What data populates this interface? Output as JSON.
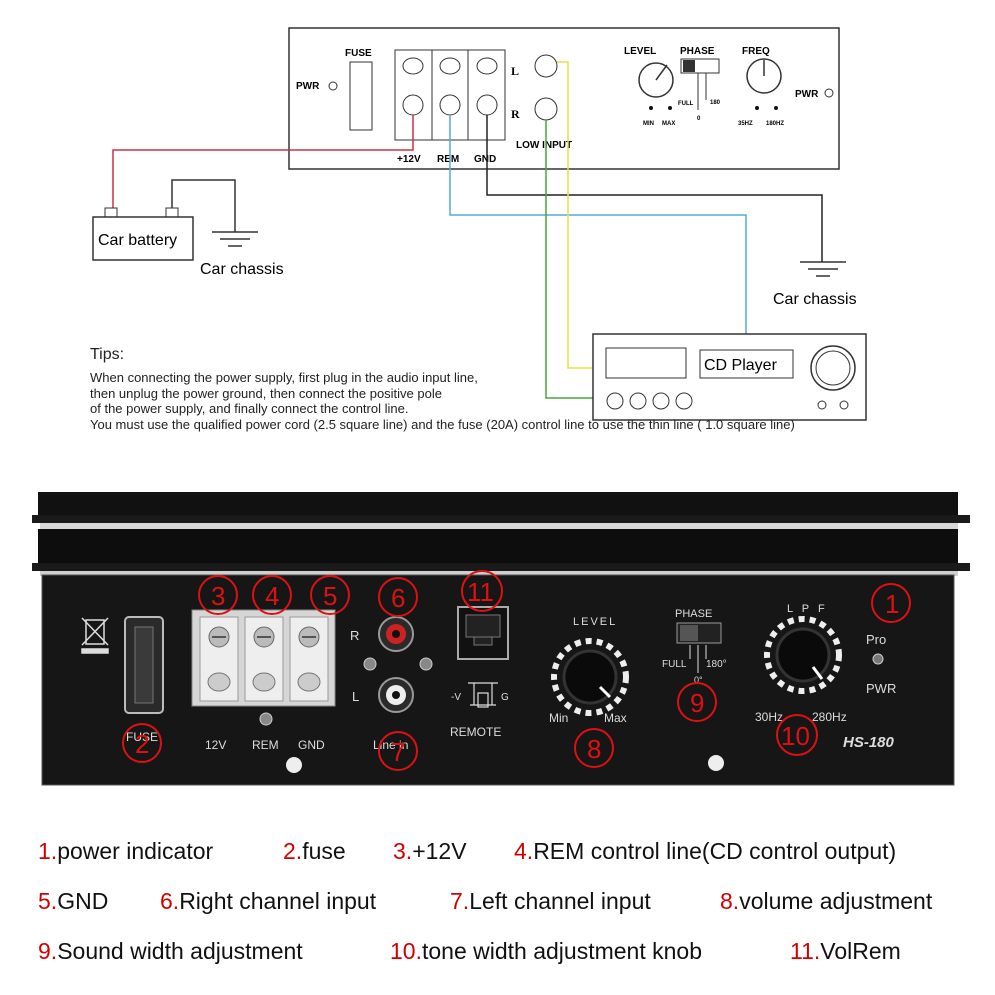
{
  "wiring_diagram": {
    "amp_box": {
      "pwr_left": "PWR",
      "fuse": "FUSE",
      "terminals": [
        "+12V",
        "REM",
        "GND"
      ],
      "channel_l": "L",
      "channel_r": "R",
      "low_input": "LOW INPUT",
      "level": "LEVEL",
      "level_min": "MIN",
      "level_max": "MAX",
      "phase": "PHASE",
      "phase_full": "FULL",
      "phase_0": "0",
      "phase_180": "180",
      "freq": "FREQ",
      "freq_min": "35HZ",
      "freq_max": "180HZ",
      "pwr_right": "PWR"
    },
    "battery": "Car battery",
    "chassis_left": "Car chassis",
    "chassis_right": "Car chassis",
    "cd_player": "CD Player",
    "wire_colors": {
      "power": "#cc3344",
      "rem": "#55aadd",
      "gnd": "#222222",
      "left": "#e8e040",
      "right": "#44aa33"
    }
  },
  "tips": {
    "title": "Tips:",
    "lines": [
      "When connecting the power supply, first plug in the audio input line,",
      " then unplug the power ground, then connect the positive pole",
      " of the power supply, and finally connect the control line.",
      "You must use the qualified power cord (2.5 square line) and the fuse (20A) control line to use the thin line ( 1.0 square line)"
    ]
  },
  "panel": {
    "fuse_label": "FUSE",
    "terminals": [
      "12V",
      "REM",
      "GND"
    ],
    "channel_r": "R",
    "channel_l": "L",
    "line_in": "Line in",
    "remote": "REMOTE",
    "remote_pins": [
      "-V",
      "G"
    ],
    "level_knob_label": "LEVEL",
    "level_min": "Min",
    "level_max": "Max",
    "phase": "PHASE",
    "phase_full": "FULL",
    "phase_180": "180°",
    "phase_0": "0°",
    "lpf_label": "L P F",
    "freq_min": "30Hz",
    "freq_max": "280Hz",
    "pro": "Pro",
    "pwr": "PWR",
    "model": "HS-180",
    "callouts": [
      "1",
      "2",
      "3",
      "4",
      "5",
      "6",
      "7",
      "8",
      "9",
      "10",
      "11"
    ],
    "callout_color": "#dd1111"
  },
  "legend": [
    [
      {
        "num": "1.",
        "text": "power indicator"
      },
      {
        "num": "2.",
        "text": "fuse"
      },
      {
        "num": "3.",
        "text": "+12V"
      },
      {
        "num": "4.",
        "text": "REM control line(CD control output)"
      }
    ],
    [
      {
        "num": "5.",
        "text": "GND"
      },
      {
        "num": "6.",
        "text": "Right channel input"
      },
      {
        "num": "7.",
        "text": "Left channel input"
      },
      {
        "num": "8.",
        "text": "volume adjustment"
      }
    ],
    [
      {
        "num": "9.",
        "text": "Sound width adjustment"
      },
      {
        "num": "10.",
        "text": "tone width adjustment knob"
      },
      {
        "num": "11.",
        "text": "VolRem"
      }
    ]
  ]
}
